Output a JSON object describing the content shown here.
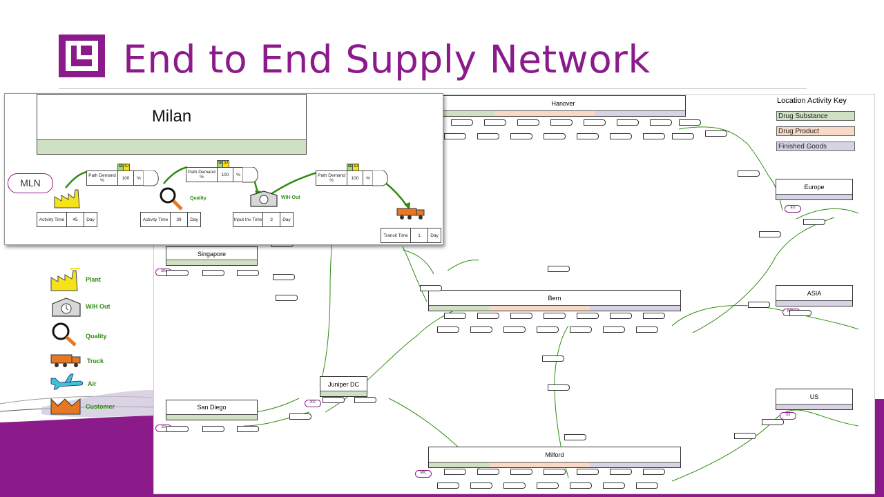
{
  "page": {
    "title": "End to End Supply Network"
  },
  "colors": {
    "accent": "#8b1a8b",
    "flow": "#2e8b0e",
    "drug_substance": "#d0e0c3",
    "drug_product": "#f8d9c6",
    "finished_goods": "#d8d3e4"
  },
  "key": {
    "title": "Location Activity Key",
    "items": [
      {
        "label": "Drug Substance",
        "color": "#d0e0c3"
      },
      {
        "label": "Drug Product",
        "color": "#f8d9c6"
      },
      {
        "label": "Finished Goods",
        "color": "#d8d3e4"
      }
    ]
  },
  "legend": [
    {
      "label": "Plant",
      "icon": "plant-icon"
    },
    {
      "label": "W/H Out",
      "icon": "warehouse-icon"
    },
    {
      "label": "Quality",
      "icon": "quality-icon"
    },
    {
      "label": "Truck",
      "icon": "truck-icon"
    },
    {
      "label": "Air",
      "icon": "air-icon"
    },
    {
      "label": "Customer",
      "icon": "customer-icon"
    }
  ],
  "locations": [
    {
      "name": "Hanover"
    },
    {
      "name": "Europe"
    },
    {
      "name": "Singapore"
    },
    {
      "name": "Bern"
    },
    {
      "name": "ASIA"
    },
    {
      "name": "Juniper DC"
    },
    {
      "name": "San Diego"
    },
    {
      "name": "US"
    },
    {
      "name": "Milford"
    }
  ],
  "site_codes": [
    "EU",
    "SIN",
    "ROW",
    "JDC",
    "SD",
    "US",
    "MIC"
  ],
  "detail": {
    "location": "Milan",
    "site_code": "MLN",
    "path_label": "Path Demand %",
    "se": "SE",
    "sj": "SJ",
    "nodes": [
      {
        "path_value": "100",
        "unit": "%"
      },
      {
        "path_value": "100",
        "unit": "%"
      },
      {
        "path_value": "100",
        "unit": "%"
      }
    ],
    "steps": [
      {
        "label": "Activity Time",
        "value": "45",
        "unit": "Day"
      },
      {
        "label": "Activity Time",
        "value": "39",
        "unit": "Day"
      },
      {
        "label": "Input Inv Time",
        "value": "3",
        "unit": "Day"
      },
      {
        "label": "Transit Time",
        "value": "1",
        "unit": "Day"
      }
    ],
    "icon_labels": {
      "quality": "Quality",
      "wh_out": "W/H Out"
    }
  }
}
